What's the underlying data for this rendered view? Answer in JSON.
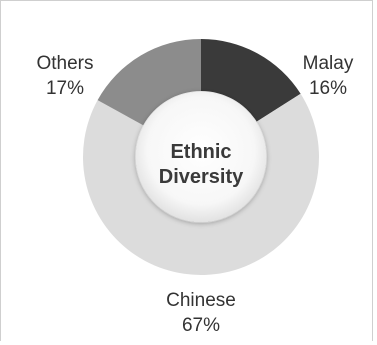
{
  "chart_data": {
    "type": "pie",
    "variant": "donut",
    "center_label": [
      "Ethnic",
      "Diversity"
    ],
    "slices": [
      {
        "label": "Malay",
        "value": 16,
        "display": "16%",
        "color": "#3a3a3a"
      },
      {
        "label": "Chinese",
        "value": 67,
        "display": "67%",
        "color": "#dcdcdc"
      },
      {
        "label": "Others",
        "value": 17,
        "display": "17%",
        "color": "#8c8c8c"
      }
    ],
    "start_angle_deg": 0,
    "direction": "clockwise",
    "legend": "none"
  }
}
